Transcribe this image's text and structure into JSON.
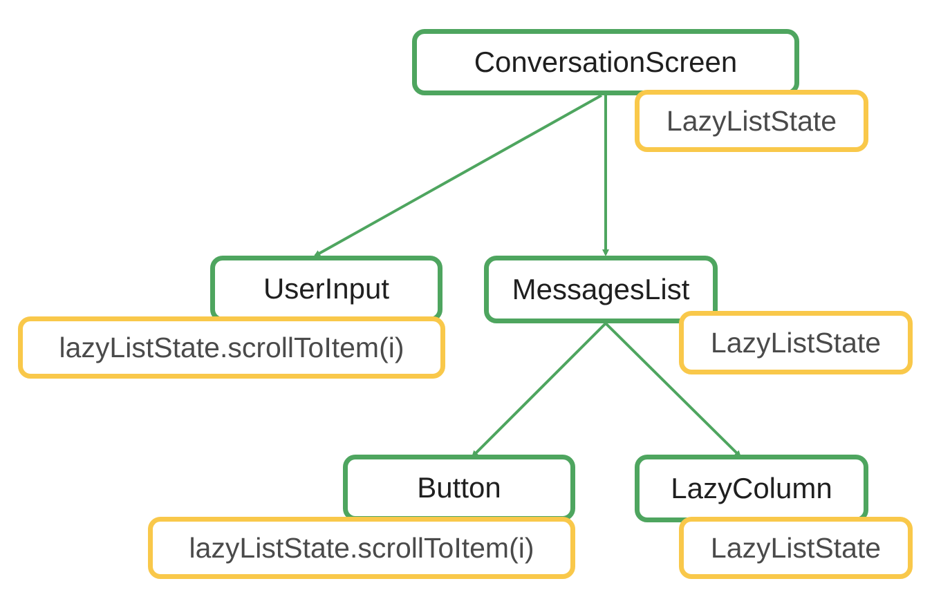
{
  "diagram": {
    "colors": {
      "composable_border": "#4ea55f",
      "state_border": "#f9c84a",
      "edge": "#4ea55f"
    },
    "nodes": {
      "conversation_screen": "ConversationScreen",
      "conversation_screen_state": "LazyListState",
      "user_input": "UserInput",
      "user_input_state": "lazyListState.scrollToItem(i)",
      "messages_list": "MessagesList",
      "messages_list_state": "LazyListState",
      "button": "Button",
      "button_state": "lazyListState.scrollToItem(i)",
      "lazy_column": "LazyColumn",
      "lazy_column_state": "LazyListState"
    },
    "edges": [
      {
        "from": "ConversationScreen",
        "to": "UserInput"
      },
      {
        "from": "ConversationScreen",
        "to": "MessagesList"
      },
      {
        "from": "MessagesList",
        "to": "Button"
      },
      {
        "from": "MessagesList",
        "to": "LazyColumn"
      }
    ]
  }
}
